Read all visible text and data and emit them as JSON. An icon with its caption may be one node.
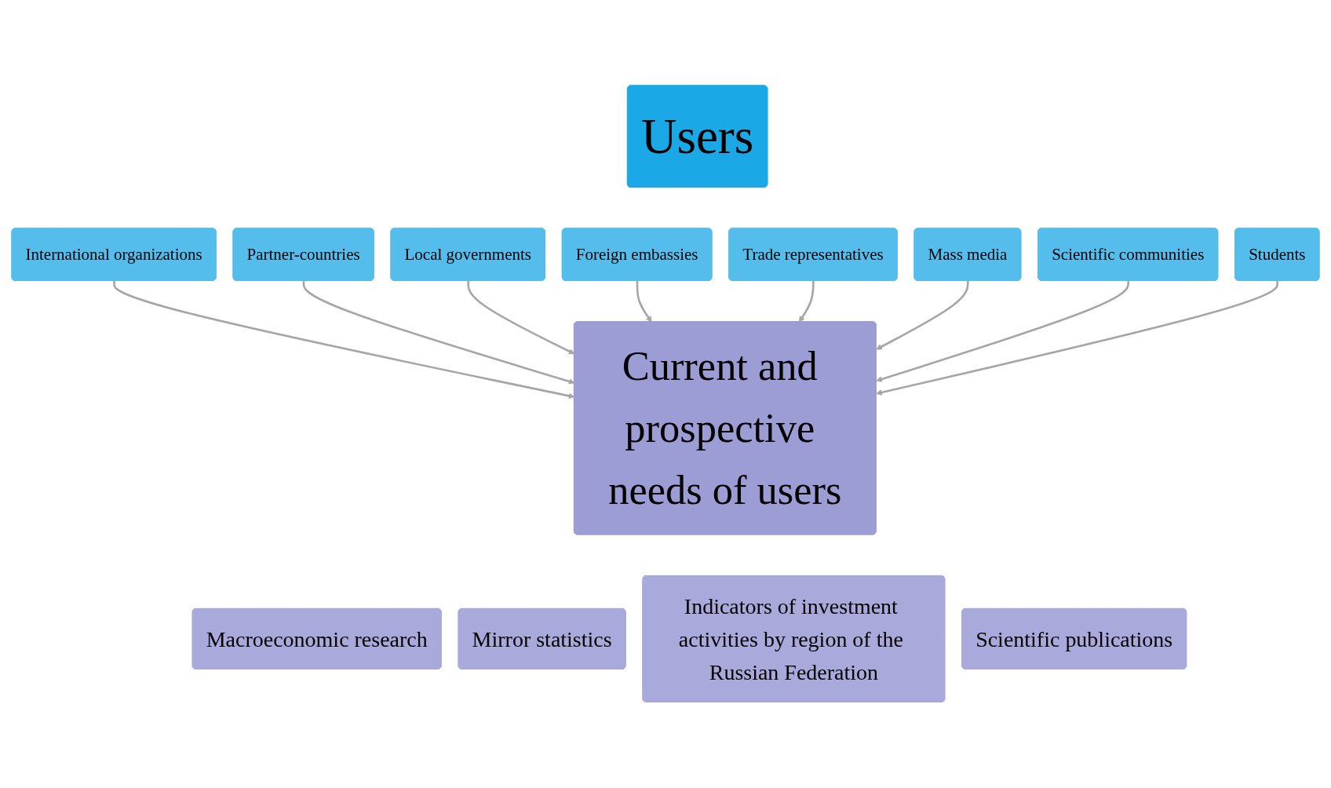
{
  "diagram": {
    "nodes": [
      {
        "text": [
          "Users"
        ]
      },
      {
        "text": [
          "International organizations"
        ]
      },
      {
        "text": [
          "Partner-countries"
        ]
      },
      {
        "text": [
          "Local governments"
        ]
      },
      {
        "text": [
          "Foreign embassies"
        ]
      },
      {
        "text": [
          "Trade representatives"
        ]
      },
      {
        "text": [
          "Mass media"
        ]
      },
      {
        "text": [
          "Scientific communities"
        ]
      },
      {
        "text": [
          "Students"
        ]
      },
      {
        "text": [
          "Current and prospective needs of users"
        ]
      },
      {
        "text": [
          "Macroeconomic research"
        ]
      },
      {
        "text": [
          "Mirror statistics"
        ]
      },
      {
        "text": [
          "Indicators of investment activities by region of the Russian Federation"
        ]
      },
      {
        "text": [
          "Scientific publications"
        ]
      }
    ],
    "edges": [
      {
        "from": 1,
        "to": 9,
        "arrow": "to",
        "color": "#a6a6a6"
      },
      {
        "from": 2,
        "to": 9,
        "arrow": "to",
        "color": "#a6a6a6"
      },
      {
        "from": 3,
        "to": 9,
        "arrow": "to",
        "color": "#a6a6a6"
      },
      {
        "from": 4,
        "to": 9,
        "arrow": "to",
        "color": "#a6a6a6"
      },
      {
        "from": 5,
        "to": 9,
        "arrow": "to",
        "color": "#a6a6a6"
      },
      {
        "from": 6,
        "to": 9,
        "arrow": "to",
        "color": "#a6a6a6"
      },
      {
        "from": 7,
        "to": 9,
        "arrow": "to",
        "color": "#a6a6a6"
      },
      {
        "from": 8,
        "to": 9,
        "arrow": "to",
        "color": "#a6a6a6"
      }
    ]
  }
}
